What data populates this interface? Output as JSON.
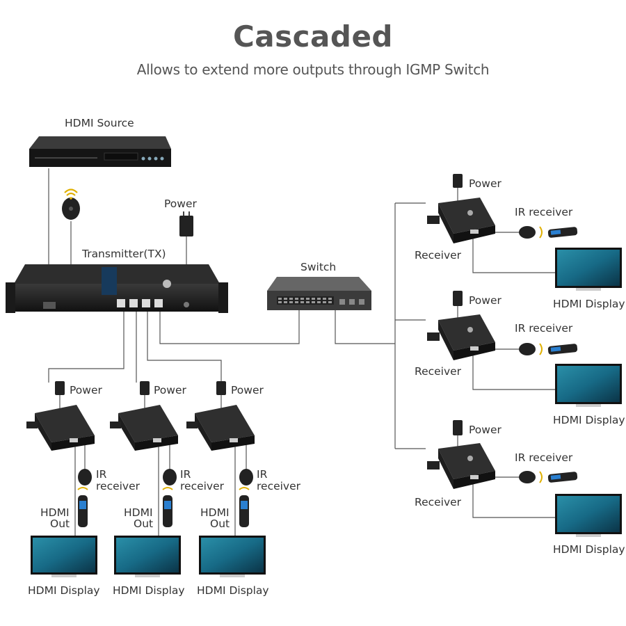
{
  "header": {
    "title": "Cascaded",
    "subtitle": "Allows to extend more outputs through IGMP Switch"
  },
  "labels": {
    "hdmi_source": "HDMI Source",
    "transmitter": "Transmitter(TX)",
    "power": "Power",
    "switch": "Switch",
    "receiver": "Receiver",
    "ir_receiver": "IR receiver",
    "ir": "IR",
    "receiver_word": "receiver",
    "hdmi_display": "HDMI Display",
    "hdmi": "HDMI",
    "out": "Out"
  },
  "colors": {
    "line": "#555555",
    "device": "#1c1c1c",
    "screen_top": "#1f6f8b",
    "screen_bottom": "#0c3b4e"
  }
}
